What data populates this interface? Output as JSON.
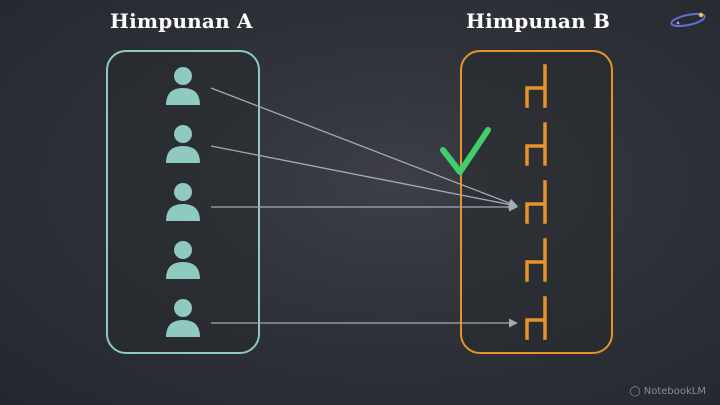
{
  "diagram": {
    "set_a": {
      "title": "Himpunan A",
      "member_icon": "person-icon",
      "count": 5,
      "color": "#8fc9c0"
    },
    "set_b": {
      "title": "Himpunan B",
      "member_icon": "chair-icon",
      "count": 5,
      "color": "#e8932a"
    },
    "mappings": [
      {
        "from": 1,
        "to": 3
      },
      {
        "from": 2,
        "to": 3
      },
      {
        "from": 3,
        "to": 3
      },
      {
        "from": 5,
        "to": 5
      }
    ],
    "check_mark": {
      "icon": "check-icon",
      "color": "#3fcf6a"
    },
    "arrow_color": "#a3aab6"
  },
  "branding": {
    "logo_icon": "orbit-logo-icon",
    "watermark_icon": "notebooklm-icon",
    "watermark_text": "NotebookLM"
  }
}
